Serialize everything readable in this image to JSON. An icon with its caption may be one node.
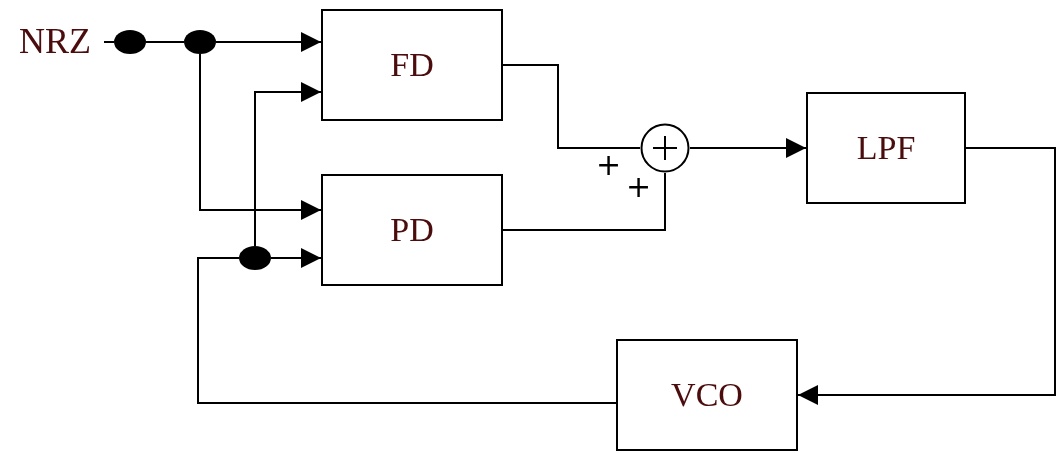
{
  "diagram": {
    "nodes": [
      {
        "text": [
          "NRZ"
        ]
      },
      {
        "text": [],
        "shape": "circle"
      },
      {
        "text": [],
        "shape": "circle"
      },
      {
        "text": [
          "FD"
        ]
      },
      {
        "text": [
          "PD"
        ]
      },
      {
        "text": [],
        "shape": "circle"
      },
      {
        "text": [
          "LPF"
        ]
      },
      {
        "text": [
          "VCO"
        ]
      },
      {
        "text": [],
        "shape": "circle"
      }
    ],
    "edges": [
      {
        "from": 0,
        "to": 1,
        "arrow": "none"
      },
      {
        "from": 1,
        "to": 2,
        "arrow": "none"
      },
      {
        "from": 2,
        "to": 3,
        "arrow": "to"
      },
      {
        "from": 2,
        "to": 4,
        "arrow": "to"
      },
      {
        "from": 8,
        "to": 3,
        "arrow": "to"
      },
      {
        "from": 8,
        "to": 4,
        "arrow": "to"
      },
      {
        "from": 3,
        "to": 5,
        "arrow": "none"
      },
      {
        "from": 4,
        "to": 5,
        "arrow": "none"
      },
      {
        "from": 5,
        "to": 6,
        "arrow": "to"
      },
      {
        "from": 6,
        "to": 7,
        "arrow": "to"
      },
      {
        "from": 7,
        "to": 8,
        "arrow": "none"
      }
    ],
    "labels": [
      "+",
      "+"
    ]
  }
}
